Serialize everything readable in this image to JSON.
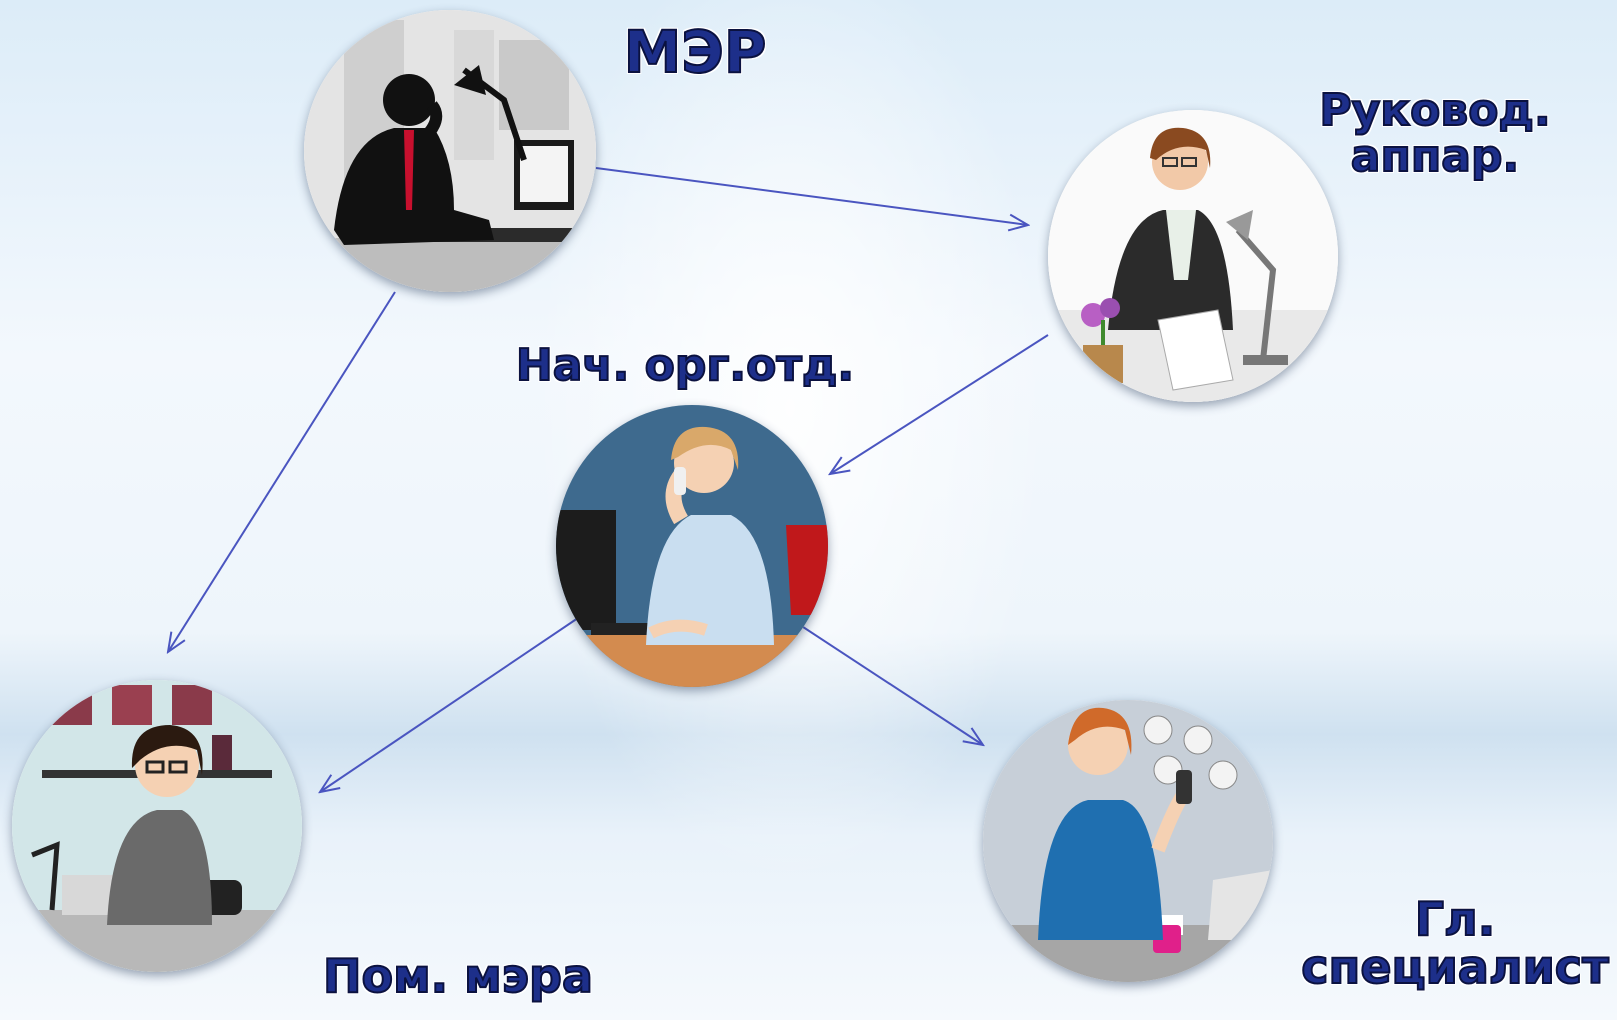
{
  "labels": {
    "mayor": "МЭР",
    "head_apparatus_line1": "Руковод.",
    "head_apparatus_line2": "аппар.",
    "head_org_dept": "Нач. орг.отд.",
    "assistant_mayor": "Пом. мэра",
    "chief_specialist_line1": "Гл.",
    "chief_specialist_line2": "специалист"
  },
  "nodes": [
    {
      "id": "mayor",
      "image": "man-at-computer-icon"
    },
    {
      "id": "head_apparatus",
      "image": "woman-on-phone-icon"
    },
    {
      "id": "head_org_dept",
      "image": "woman-at-computer-icon"
    },
    {
      "id": "assistant_mayor",
      "image": "woman-at-desk-icon"
    },
    {
      "id": "chief_specialist",
      "image": "woman-with-phone-icon"
    }
  ],
  "edges": [
    {
      "from": "mayor",
      "to": "head_apparatus"
    },
    {
      "from": "mayor",
      "to": "assistant_mayor"
    },
    {
      "from": "head_apparatus",
      "to": "head_org_dept"
    },
    {
      "from": "head_org_dept",
      "to": "assistant_mayor"
    },
    {
      "from": "head_org_dept",
      "to": "chief_specialist"
    }
  ],
  "colors": {
    "arrow": "#4a55c0",
    "label_fill": "#1d2f8a",
    "label_outline": "#0b1240"
  }
}
